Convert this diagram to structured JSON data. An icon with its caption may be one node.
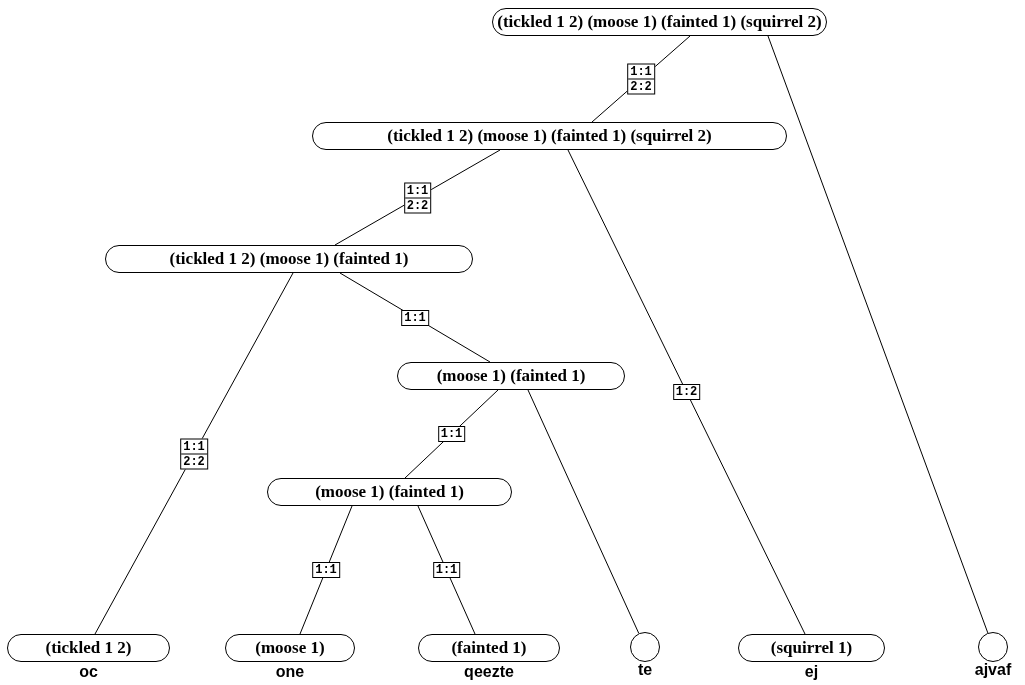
{
  "diagram": {
    "nodes": [
      {
        "text": [
          "(tickled 1 2) (moose 1) (fainted 1) (squirrel 2)"
        ]
      },
      {
        "text": [
          "(tickled 1 2) (moose 1) (fainted 1) (squirrel 2)"
        ]
      },
      {
        "text": [
          "(tickled 1 2) (moose 1) (fainted 1)"
        ]
      },
      {
        "text": [
          "(moose 1) (fainted 1)"
        ]
      },
      {
        "text": [
          "(moose 1) (fainted 1)"
        ]
      },
      {
        "text": [
          "(tickled 1 2)"
        ],
        "beside": [
          "oc"
        ]
      },
      {
        "text": [
          "(moose 1)"
        ],
        "beside": [
          "one"
        ]
      },
      {
        "text": [
          "(fainted 1)"
        ],
        "beside": [
          "qeezte"
        ]
      },
      {
        "text": [],
        "shape": "circle",
        "beside": [
          "te"
        ]
      },
      {
        "text": [
          "(squirrel 1)"
        ],
        "beside": [
          "ej"
        ]
      },
      {
        "text": [],
        "shape": "circle",
        "beside": [
          "ajvaf"
        ]
      }
    ],
    "edges": [
      {
        "from": 0,
        "to": 1,
        "arrow": "none",
        "label": "1:1 2:2"
      },
      {
        "from": 0,
        "to": 10,
        "arrow": "none"
      },
      {
        "from": 1,
        "to": 2,
        "arrow": "none",
        "label": "1:1 2:2"
      },
      {
        "from": 1,
        "to": 9,
        "arrow": "none",
        "label": "1:2"
      },
      {
        "from": 2,
        "to": 5,
        "arrow": "none",
        "label": "1:1 2:2"
      },
      {
        "from": 2,
        "to": 3,
        "arrow": "none",
        "label": "1:1"
      },
      {
        "from": 3,
        "to": 8,
        "arrow": "none"
      },
      {
        "from": 3,
        "to": 4,
        "arrow": "none",
        "label": "1:1"
      },
      {
        "from": 4,
        "to": 6,
        "arrow": "none",
        "label": "1:1"
      },
      {
        "from": 4,
        "to": 7,
        "arrow": "none",
        "label": "1:1"
      }
    ]
  }
}
